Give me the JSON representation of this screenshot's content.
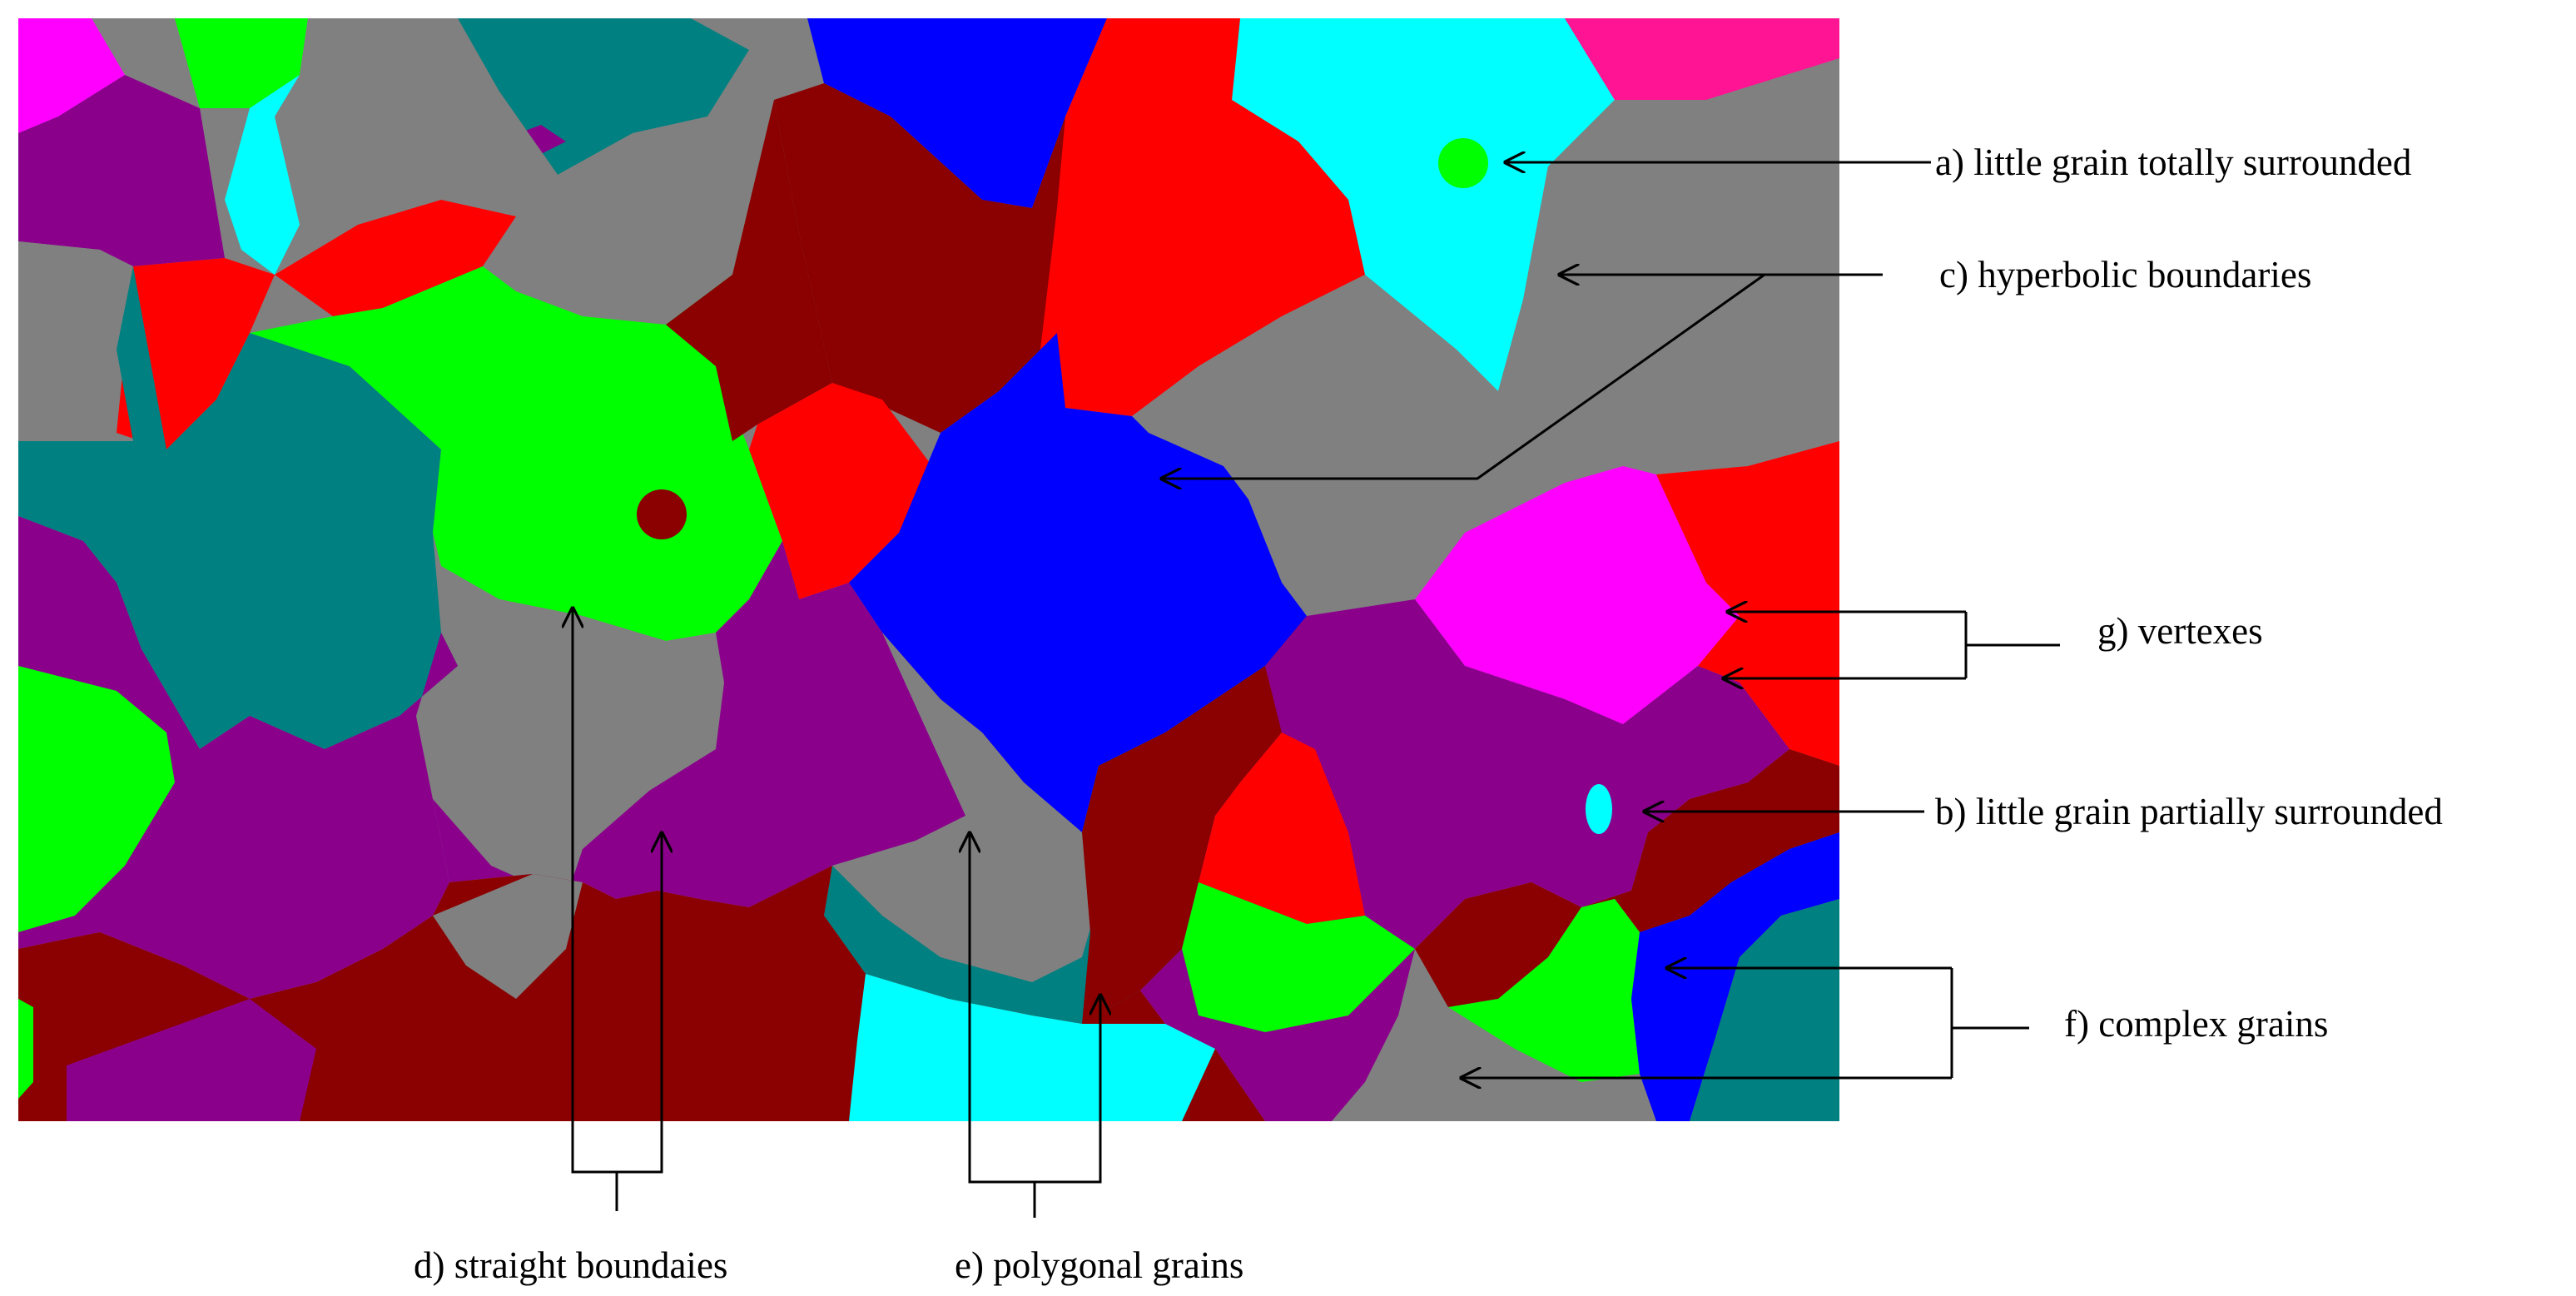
{
  "colors": {
    "background": "#ffffff",
    "grain_palette": {
      "magenta": "#ff00ff",
      "green": "#00ff00",
      "purple": "#8b008b",
      "dark_red": "#8b0000",
      "cyan": "#00ffff",
      "red": "#ff0000",
      "gray": "#808080",
      "teal": "#008080",
      "blue": "#0000ff",
      "pink": "#ff1493"
    },
    "annotation": "#000000"
  },
  "annotations": {
    "a": "a)  little grain totally surrounded",
    "c": "c)  hyperbolic boundaries",
    "g": "g)  vertexes",
    "b": "b)  little grain partially surrounded",
    "f": "f)  complex grains",
    "d": "d)  straight boundaies",
    "e": "e)  polygonal grains"
  }
}
